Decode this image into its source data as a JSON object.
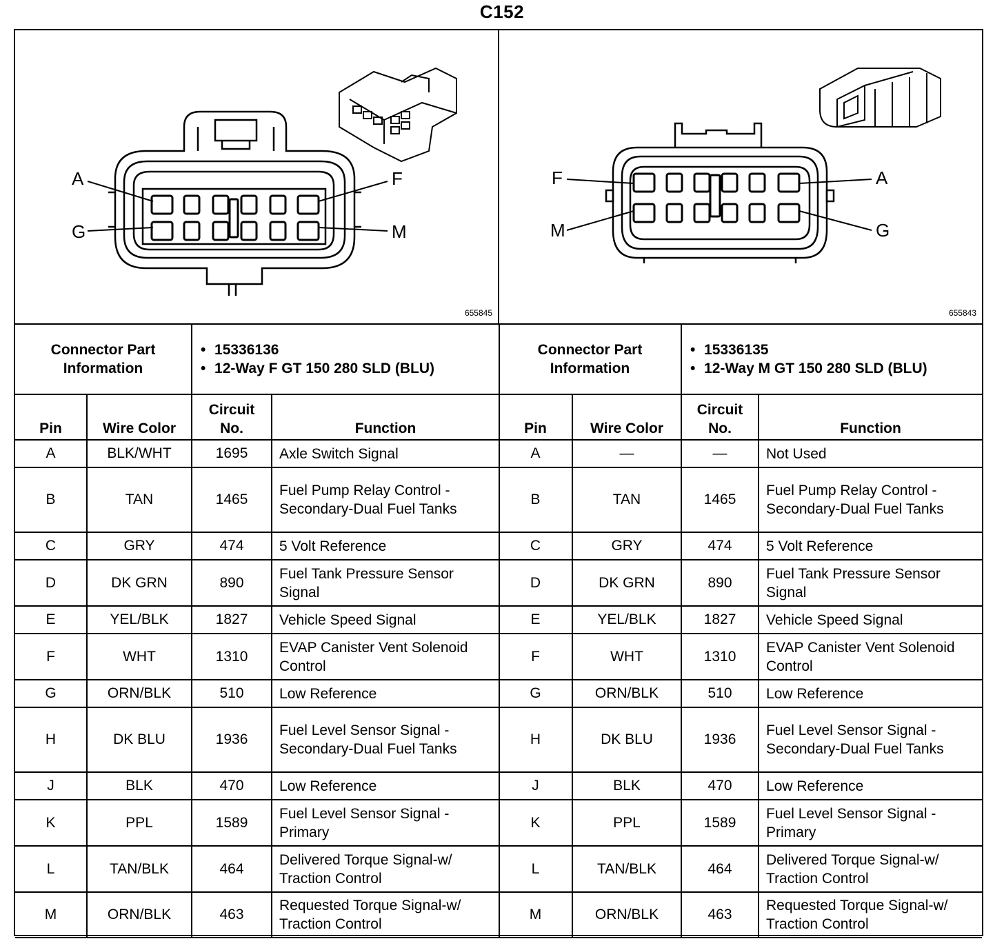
{
  "title": "C152",
  "left": {
    "figure_number": "655845",
    "pin_callouts": {
      "top_left": "A",
      "bottom_left": "G",
      "top_right": "F",
      "bottom_right": "M"
    },
    "connector_label": "Connector Part Information",
    "part_info": [
      "15336136",
      "12-Way F GT 150 280 SLD (BLU)"
    ],
    "headers": {
      "pin": "Pin",
      "wire_color": "Wire Color",
      "circuit": "Circuit No.",
      "function": "Function"
    },
    "rows": [
      {
        "pin": "A",
        "color": "BLK/WHT",
        "circuit": "1695",
        "function": "Axle Switch Signal"
      },
      {
        "pin": "B",
        "color": "TAN",
        "circuit": "1465",
        "function": "Fuel Pump Relay Control - Secondary-Dual Fuel Tanks"
      },
      {
        "pin": "C",
        "color": "GRY",
        "circuit": "474",
        "function": "5 Volt Reference"
      },
      {
        "pin": "D",
        "color": "DK GRN",
        "circuit": "890",
        "function": "Fuel Tank Pressure Sensor Signal"
      },
      {
        "pin": "E",
        "color": "YEL/BLK",
        "circuit": "1827",
        "function": "Vehicle Speed Signal"
      },
      {
        "pin": "F",
        "color": "WHT",
        "circuit": "1310",
        "function": "EVAP Canister Vent Solenoid Control"
      },
      {
        "pin": "G",
        "color": "ORN/BLK",
        "circuit": "510",
        "function": "Low Reference"
      },
      {
        "pin": "H",
        "color": "DK BLU",
        "circuit": "1936",
        "function": "Fuel Level Sensor Signal - Secondary-Dual Fuel Tanks"
      },
      {
        "pin": "J",
        "color": "BLK",
        "circuit": "470",
        "function": "Low Reference"
      },
      {
        "pin": "K",
        "color": "PPL",
        "circuit": "1589",
        "function": "Fuel Level Sensor Signal - Primary"
      },
      {
        "pin": "L",
        "color": "TAN/BLK",
        "circuit": "464",
        "function": "Delivered Torque Signal-w/ Traction Control"
      },
      {
        "pin": "M",
        "color": "ORN/BLK",
        "circuit": "463",
        "function": "Requested Torque Signal-w/ Traction Control"
      }
    ]
  },
  "right": {
    "figure_number": "655843",
    "pin_callouts": {
      "top_left": "F",
      "bottom_left": "M",
      "top_right": "A",
      "bottom_right": "G"
    },
    "connector_label": "Connector Part Information",
    "part_info": [
      "15336135",
      "12-Way M GT 150 280 SLD (BLU)"
    ],
    "headers": {
      "pin": "Pin",
      "wire_color": "Wire Color",
      "circuit": "Circuit No.",
      "function": "Function"
    },
    "rows": [
      {
        "pin": "A",
        "color": "—",
        "circuit": "—",
        "function": "Not Used"
      },
      {
        "pin": "B",
        "color": "TAN",
        "circuit": "1465",
        "function": "Fuel Pump Relay Control - Secondary-Dual Fuel Tanks"
      },
      {
        "pin": "C",
        "color": "GRY",
        "circuit": "474",
        "function": "5 Volt Reference"
      },
      {
        "pin": "D",
        "color": "DK GRN",
        "circuit": "890",
        "function": "Fuel Tank Pressure Sensor Signal"
      },
      {
        "pin": "E",
        "color": "YEL/BLK",
        "circuit": "1827",
        "function": "Vehicle Speed Signal"
      },
      {
        "pin": "F",
        "color": "WHT",
        "circuit": "1310",
        "function": "EVAP Canister Vent Solenoid Control"
      },
      {
        "pin": "G",
        "color": "ORN/BLK",
        "circuit": "510",
        "function": "Low Reference"
      },
      {
        "pin": "H",
        "color": "DK BLU",
        "circuit": "1936",
        "function": "Fuel Level Sensor Signal - Secondary-Dual Fuel Tanks"
      },
      {
        "pin": "J",
        "color": "BLK",
        "circuit": "470",
        "function": "Low Reference"
      },
      {
        "pin": "K",
        "color": "PPL",
        "circuit": "1589",
        "function": "Fuel Level Sensor Signal - Primary"
      },
      {
        "pin": "L",
        "color": "TAN/BLK",
        "circuit": "464",
        "function": "Delivered Torque Signal-w/ Traction Control"
      },
      {
        "pin": "M",
        "color": "ORN/BLK",
        "circuit": "463",
        "function": "Requested Torque Signal-w/ Traction Control"
      }
    ]
  }
}
